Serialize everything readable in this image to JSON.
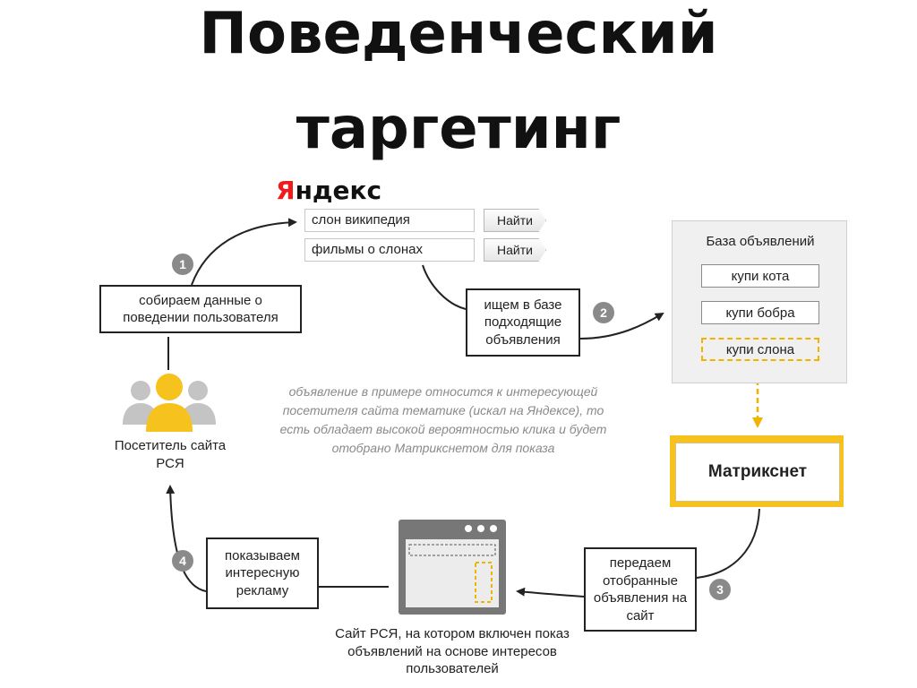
{
  "title": {
    "line1": "Поведенческий",
    "line2": "таргетинг"
  },
  "yandex": {
    "logo_letter": "Я",
    "logo_rest": "ндекс",
    "logo_color": "#ee1c1c",
    "searches": [
      {
        "query": "слон википедия",
        "button": "Найти"
      },
      {
        "query": "фильмы о слонах",
        "button": "Найти"
      }
    ]
  },
  "steps": [
    {
      "number": "1",
      "text": "собираем данные о поведении пользователя"
    },
    {
      "number": "2",
      "text": "ищем в базе подходящие объявления"
    },
    {
      "number": "3",
      "text": "передаем отобранные объявления на сайт"
    },
    {
      "number": "4",
      "text": "показываем интересную рекламу"
    }
  ],
  "ad_database": {
    "title": "База объявлений",
    "items": [
      "купи кота",
      "купи бобра",
      "купи слона"
    ],
    "highlight_color": "#f0b400"
  },
  "matrixnet": {
    "label": "Матрикснет",
    "color": "#f6c21e"
  },
  "visitor": {
    "label": "Посетитель сайта РСЯ",
    "color": "#f6c21e"
  },
  "site": {
    "label": "Сайт РСЯ, на котором включен показ объявлений на основе интересов пользователей"
  },
  "note": "объявление в примере относится к интересующей посетителя сайта тематике (искал на Яндексе), то есть обладает высокой вероятностью клика и будет отобрано Матрикснетом для показа"
}
